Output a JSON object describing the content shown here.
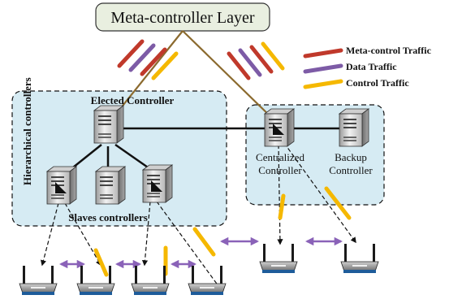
{
  "meta_layer": {
    "label": "Meta-controller Layer"
  },
  "legend": [
    {
      "label": "Meta-control Traffic",
      "color": "#c0392b"
    },
    {
      "label": "Data Traffic",
      "color": "#7d5ba6"
    },
    {
      "label": "Control Traffic",
      "color": "#f5b800"
    }
  ],
  "hierarchical_group": {
    "side_label": "Hierarchical controllers",
    "elected_label": "Elected Controller",
    "slaves_label": "Slaves controllers"
  },
  "centralized_group": {
    "centralized_label_line1": "Centralized",
    "centralized_label_line2": "Controller",
    "backup_label_line1": "Backup",
    "backup_label_line2": "Controller"
  },
  "colors": {
    "meta_box_fill": "#e9efe0",
    "group_fill": "#d6ebf3",
    "uplink_line": "#8b6a2e",
    "arrow_data": "#8a62b8"
  },
  "icons": {
    "controller": "server-tower-icon",
    "switch": "wireless-router-icon"
  }
}
